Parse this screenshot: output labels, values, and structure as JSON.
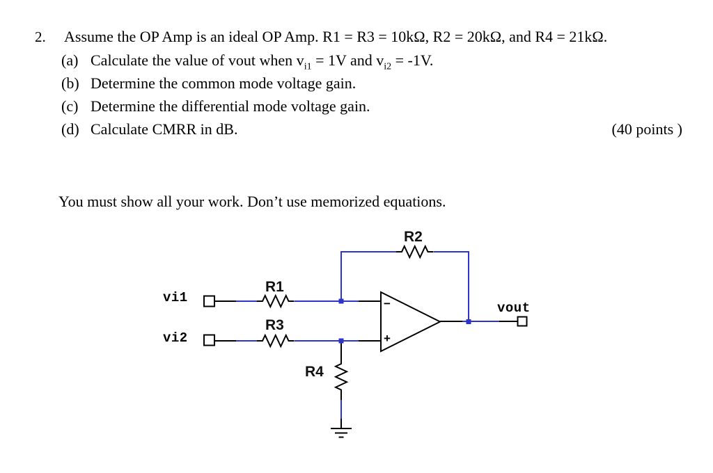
{
  "problem": {
    "number": "2.",
    "statement": "Assume the OP Amp is an ideal OP Amp. R1 = R3 = 10kΩ, R2 = 20kΩ, and R4 = 21kΩ.",
    "parts": [
      {
        "label": "(a)",
        "pre": "Calculate the value of vout when v",
        "sub1": "i1",
        "mid": " = 1V and v",
        "sub2": "i2",
        "post": " = -1V."
      },
      {
        "label": "(b)",
        "text": "Determine the common mode voltage gain."
      },
      {
        "label": "(c)",
        "text": "Determine the differential mode voltage gain."
      },
      {
        "label": "(d)",
        "text": "Calculate CMRR in dB."
      }
    ],
    "points": "(40 points )"
  },
  "instruction": "You must show all your work. Don’t use memorized equations.",
  "circuit": {
    "labels": {
      "r1": "R1",
      "r2": "R2",
      "r3": "R3",
      "r4": "R4"
    },
    "terminals": {
      "vi1": "vi1",
      "vi2": "vi2",
      "vout": "vout"
    },
    "opamp": {
      "minus": "−",
      "plus": "+"
    },
    "colors": {
      "wire": "#2e34c9",
      "component": "#000000"
    }
  }
}
